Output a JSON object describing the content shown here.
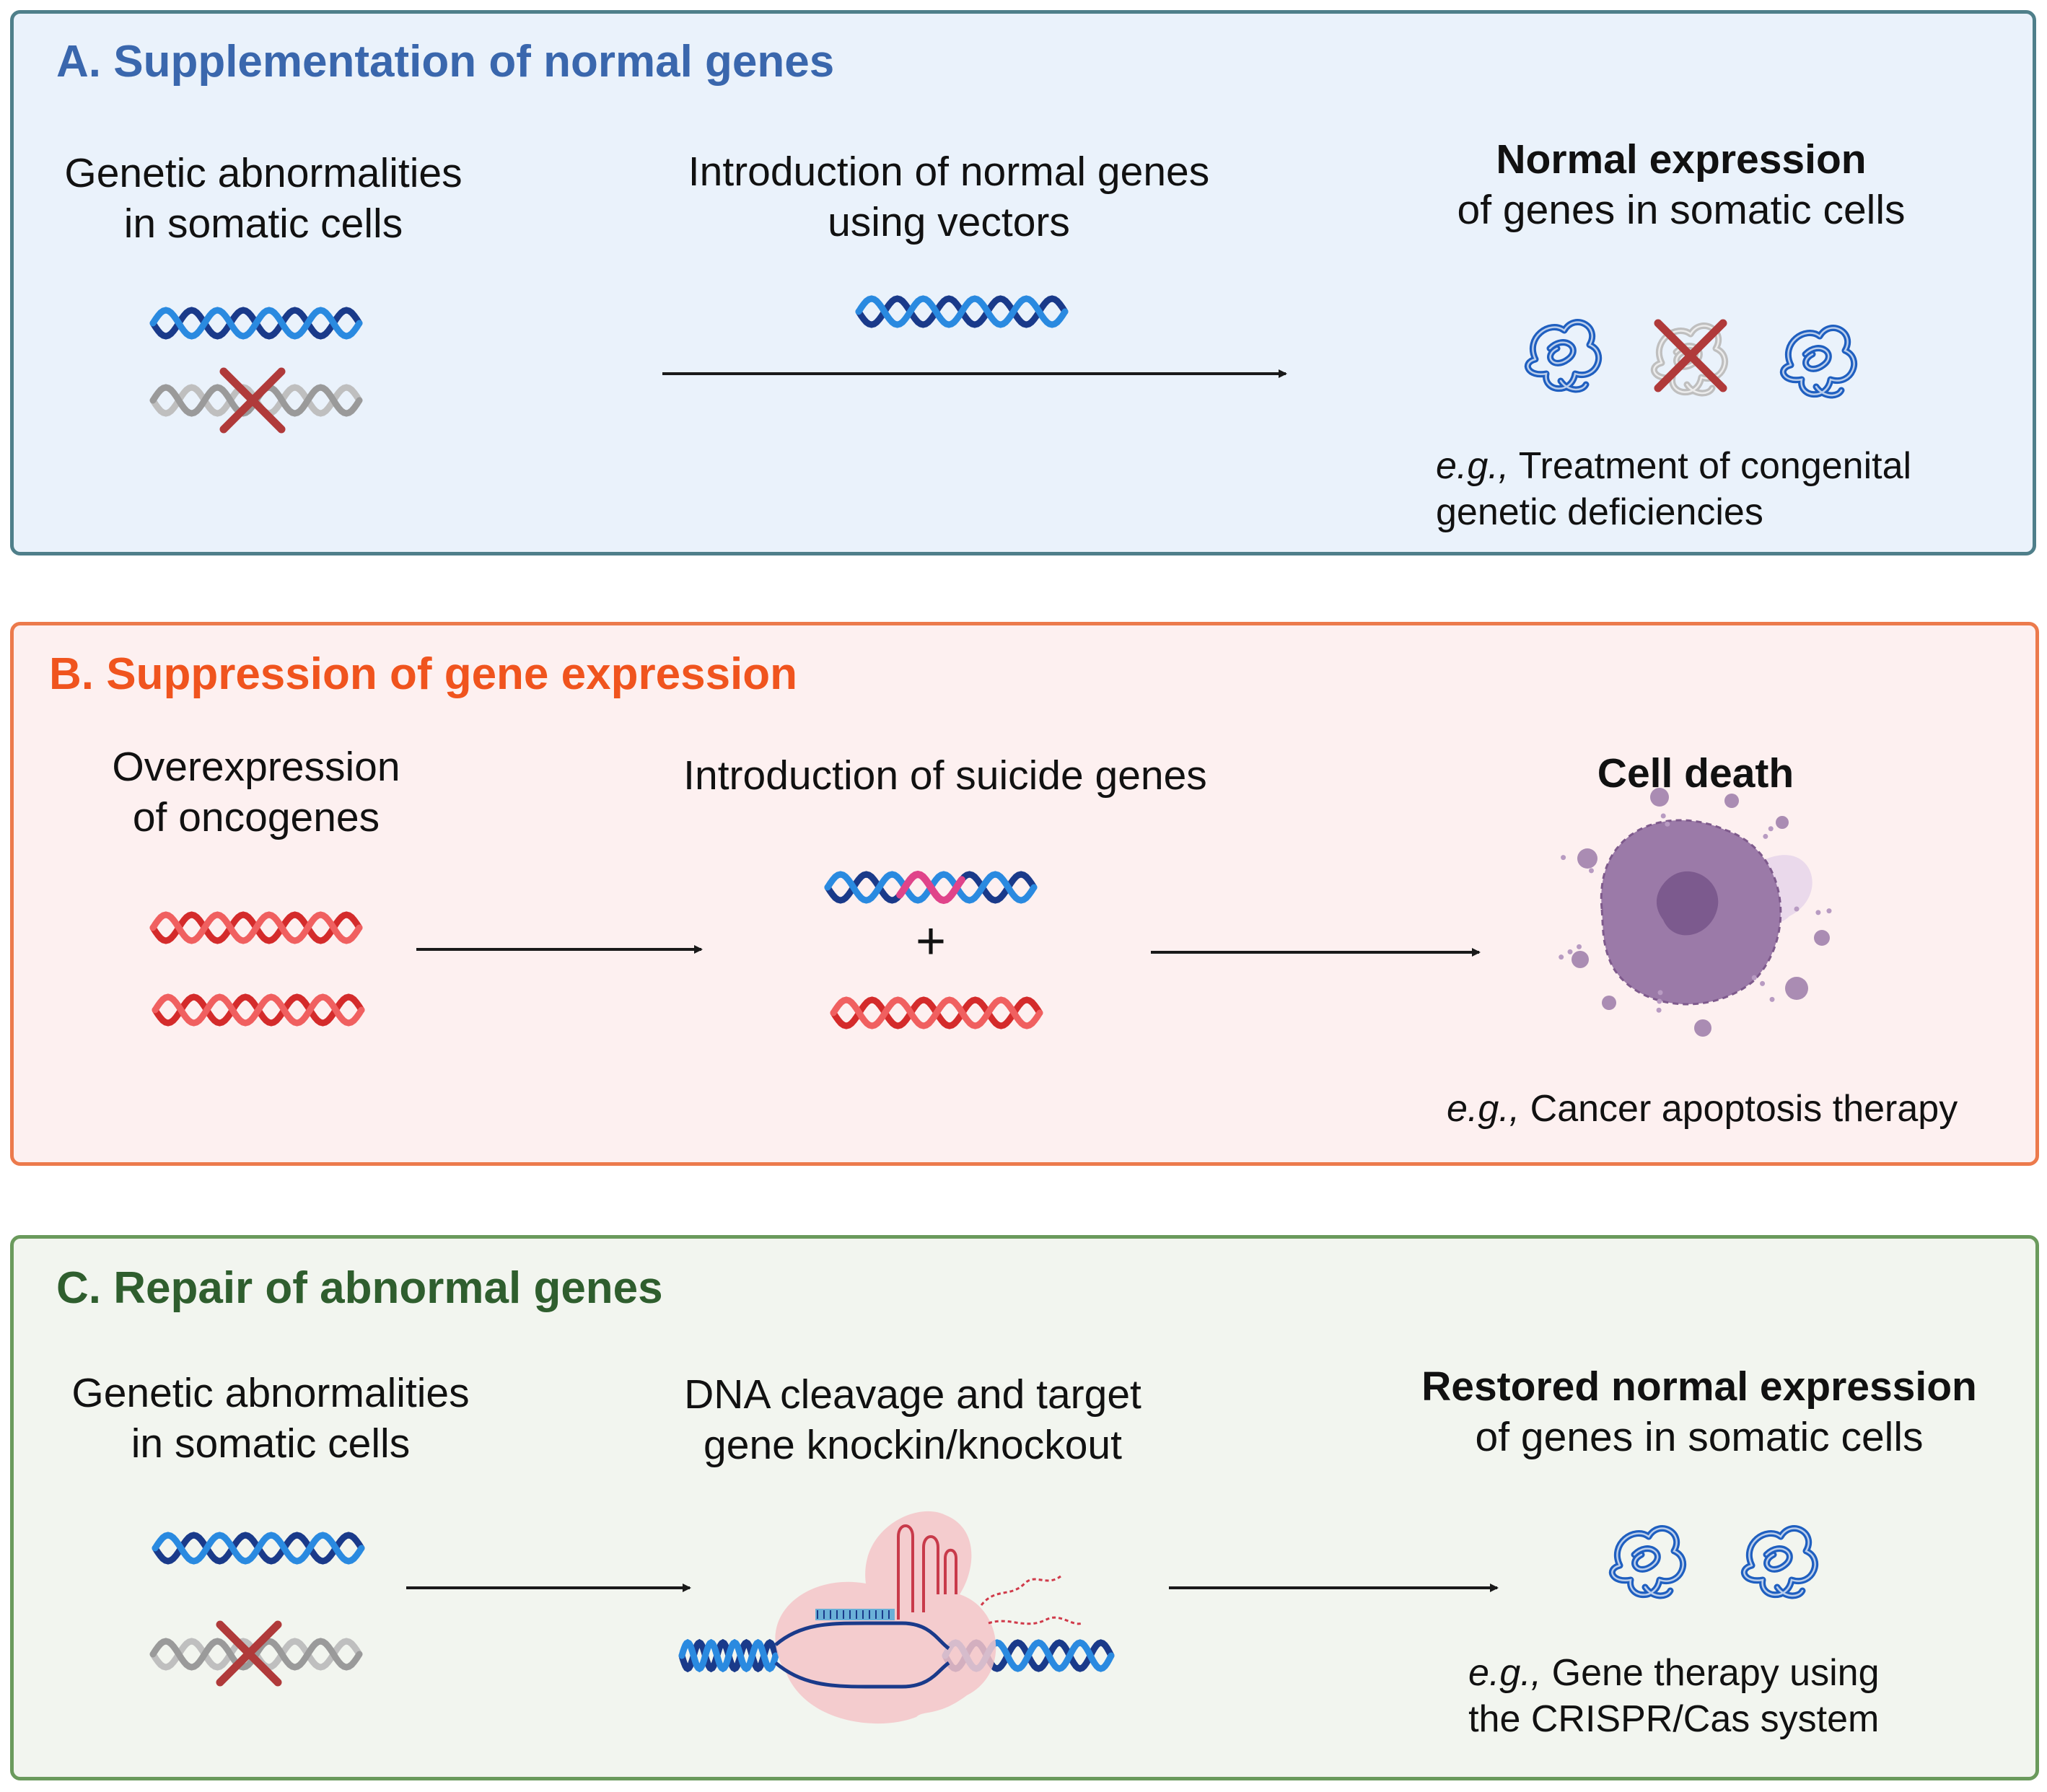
{
  "panels": [
    {
      "title": "A. Supplementation of normal genes",
      "color": "#3a67ad",
      "step1": [
        "Genetic abnormalities",
        "in somatic cells"
      ],
      "step2": [
        "Introduction of normal genes",
        "using vectors"
      ],
      "result_bold": "Normal expression",
      "result_rest": "of genes in somatic cells",
      "example_prefix": "e.g.,",
      "example_text": " Treatment of congenital",
      "example_line2": "genetic deficiencies"
    },
    {
      "title": "B. Suppression of gene expression",
      "color": "#f0541e",
      "step1": [
        "Overexpression",
        "of oncogenes"
      ],
      "step2": [
        "Introduction of suicide genes"
      ],
      "plus": "+",
      "result_bold": "Cell death",
      "example_prefix": "e.g.,",
      "example_text": " Cancer apoptosis therapy"
    },
    {
      "title": "C. Repair of abnormal genes",
      "color": "#2f5e2e",
      "step1": [
        "Genetic abnormalities",
        "in somatic cells"
      ],
      "step2": [
        "DNA cleavage and target",
        "gene knockin/knockout"
      ],
      "result_bold": "Restored normal expression",
      "result_rest": "of genes in somatic cells",
      "example_prefix": "e.g.,",
      "example_text": " Gene therapy using",
      "example_line2": "the CRISPR/Cas system"
    }
  ],
  "colors": {
    "dna_normal_dark": "#1a3a8a",
    "dna_normal_light": "#2a8ae0",
    "dna_abnormal": "#bfbfbf",
    "dna_oncogene": "#d42b2b",
    "dna_suicide_accent": "#e0448a",
    "cross": "#b03a3a",
    "protein": "#1f5fc0",
    "cell": "#9b7aa8",
    "cas_complex": "#f4c4c8"
  },
  "icons": [
    "dna-helix-icon",
    "cross-mark-icon",
    "protein-icon",
    "dying-cell-icon",
    "crispr-cas-icon",
    "arrow-icon"
  ]
}
